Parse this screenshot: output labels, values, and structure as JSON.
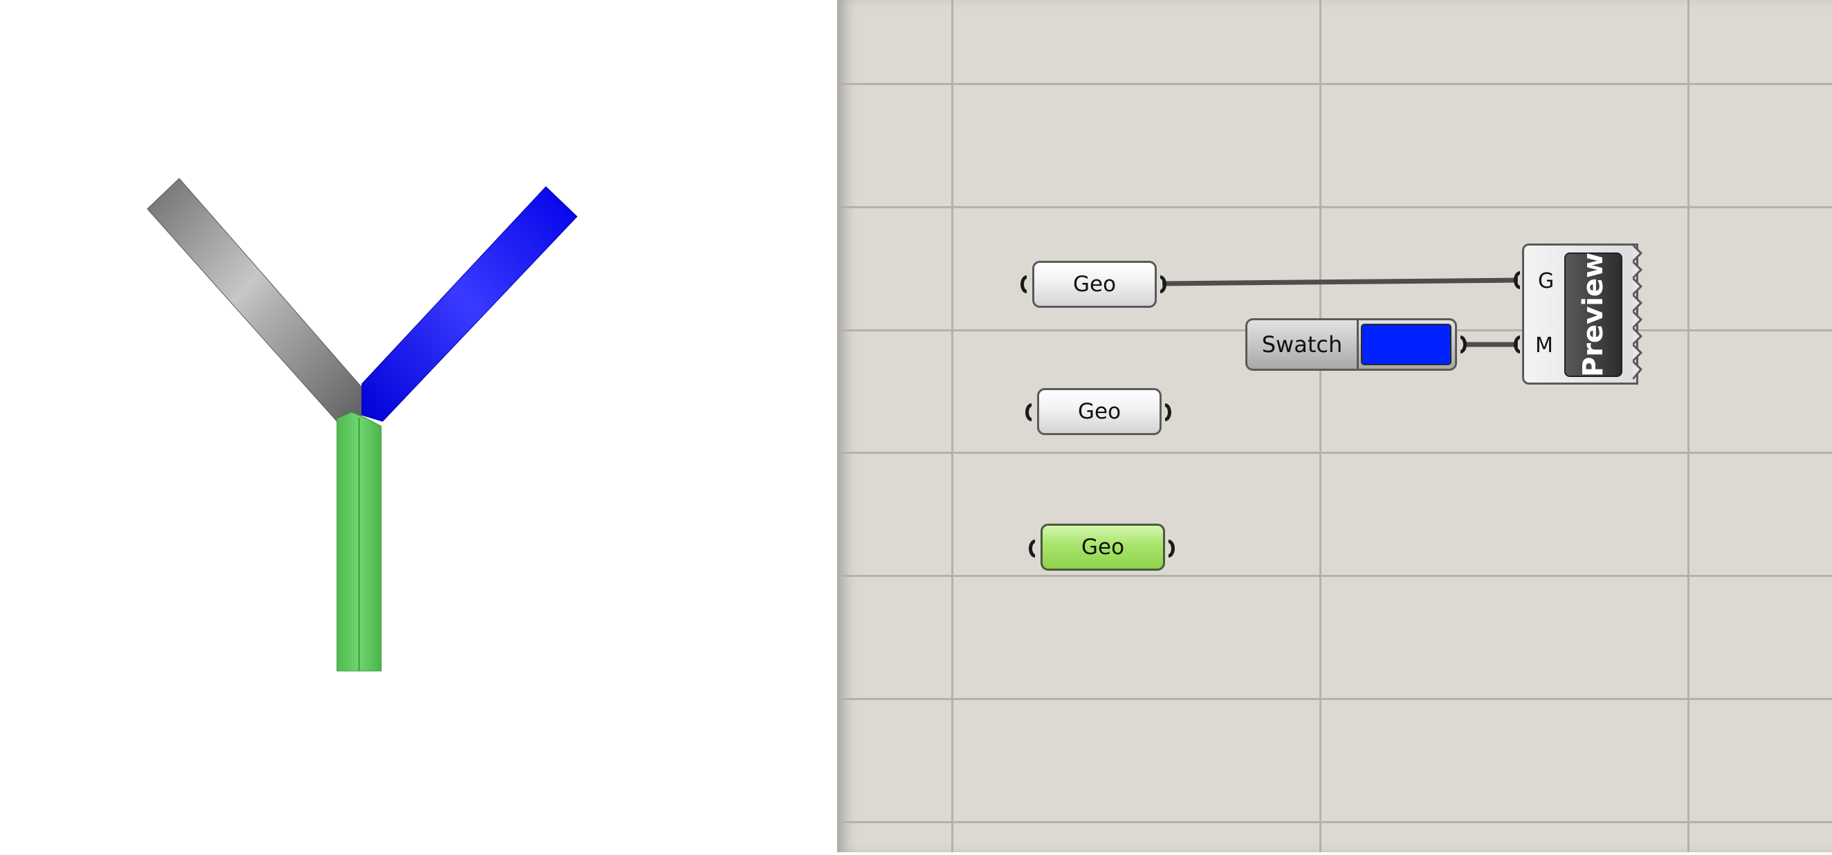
{
  "canvas": {
    "nodes": [
      {
        "label": "Geo",
        "state": "default"
      },
      {
        "label": "Geo",
        "state": "default"
      },
      {
        "label": "Geo",
        "state": "selected"
      }
    ],
    "swatch": {
      "label": "Swatch",
      "color": "#0022ff"
    },
    "preview": {
      "title": "Preview",
      "inputs": [
        "G",
        "M"
      ]
    }
  },
  "viewport": {
    "colors": {
      "left_branch": "#8a8a8a",
      "right_branch": "#0000ff",
      "stem": "#5bc45b"
    }
  }
}
